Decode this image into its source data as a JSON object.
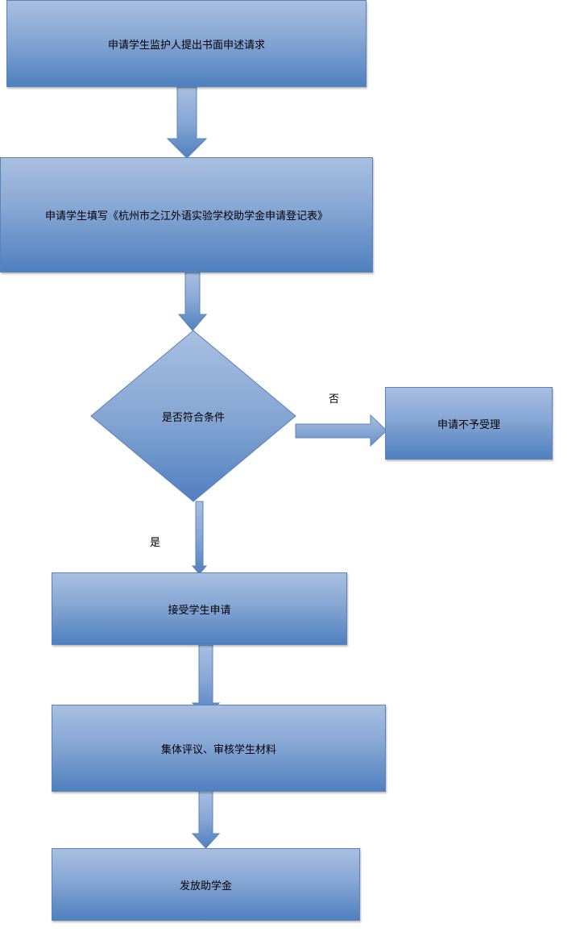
{
  "steps": {
    "step1": "申请学生监护人提出书面申述请求",
    "step2": "申请学生填写《杭州市之江外语实验学校助学金申请登记表》",
    "decision": "是否符合条件",
    "reject": "申请不予受理",
    "step3": "接受学生申请",
    "step4": "集体评议、审核学生材料",
    "step5": "发放助学金"
  },
  "labels": {
    "no": "否",
    "yes": "是"
  },
  "colors": {
    "fill_top": "#a8bfe0",
    "fill_bottom": "#4f80bf",
    "border": "#5a83b8"
  }
}
